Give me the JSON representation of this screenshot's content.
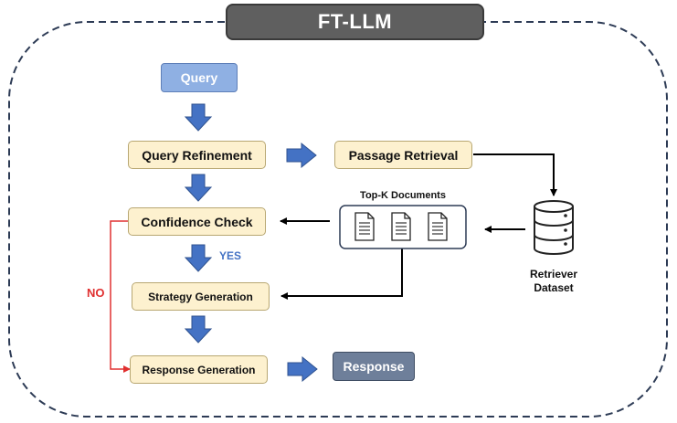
{
  "title": "FT-LLM",
  "nodes": {
    "query": "Query",
    "query_refinement": "Query Refinement",
    "passage_retrieval": "Passage Retrieval",
    "confidence_check": "Confidence Check",
    "strategy_generation": "Strategy Generation",
    "response_generation": "Response Generation",
    "response": "Response",
    "top_k_documents": "Top-K Documents",
    "retriever_dataset_line1": "Retriever",
    "retriever_dataset_line2": "Dataset"
  },
  "edge_labels": {
    "yes": "YES",
    "no": "NO"
  },
  "colors": {
    "query_fill": "#8fb0e3",
    "step_fill": "#fdf1cf",
    "response_fill": "#6e7f9a",
    "title_fill": "#5f5f5f",
    "arrow_blue": "#4472c4",
    "no_path": "#e03030",
    "yes_label": "#4472c4"
  },
  "icons": [
    "document-icon",
    "document-icon",
    "document-icon",
    "database-icon"
  ]
}
